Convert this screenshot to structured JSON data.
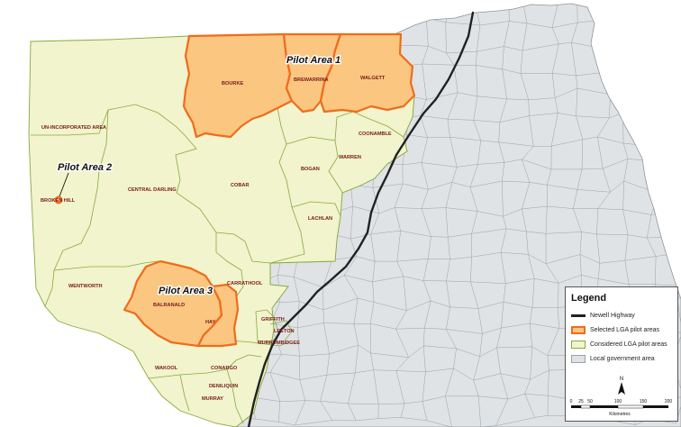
{
  "colors": {
    "selected_fill": "#fbc680",
    "selected_stroke": "#f06b1c",
    "considered_fill": "#f1f4cc",
    "considered_stroke": "#8aa840",
    "lga_fill": "#e0e3e5",
    "lga_stroke": "#9aa0a6",
    "highway": "#222222",
    "label": "#7a1a1a"
  },
  "pilot_areas": [
    "Pilot Area 1",
    "Pilot Area 2",
    "Pilot Area 3"
  ],
  "lga_labels": [
    "BOURKE",
    "BREWARRINA",
    "WALGETT",
    "UN-INCORPORATED AREA",
    "COONAMBLE",
    "WARREN",
    "BOGAN",
    "BROKEN HILL",
    "CENTRAL DARLING",
    "COBAR",
    "LACHLAN",
    "WENTWORTH",
    "CARRATHOOL",
    "BALRANALD",
    "HAY",
    "GRIFFITH",
    "LEETON",
    "MURRUMBIDGEE",
    "WAKOOL",
    "CONARGO",
    "DENILIQUIN",
    "MURRAY"
  ],
  "legend": {
    "title": "Legend",
    "items": [
      {
        "label": "Newell Highway",
        "icon": "highway-line-icon"
      },
      {
        "label": "Selected LGA pilot areas",
        "icon": "selected-area-swatch-icon"
      },
      {
        "label": "Considered LGA pilot areas",
        "icon": "considered-area-swatch-icon"
      },
      {
        "label": "Local government area",
        "icon": "lga-swatch-icon"
      }
    ],
    "north": "N",
    "scale_ticks": [
      "0",
      "25",
      "50",
      "100",
      "150",
      "200"
    ],
    "scale_unit": "Kilometres"
  }
}
